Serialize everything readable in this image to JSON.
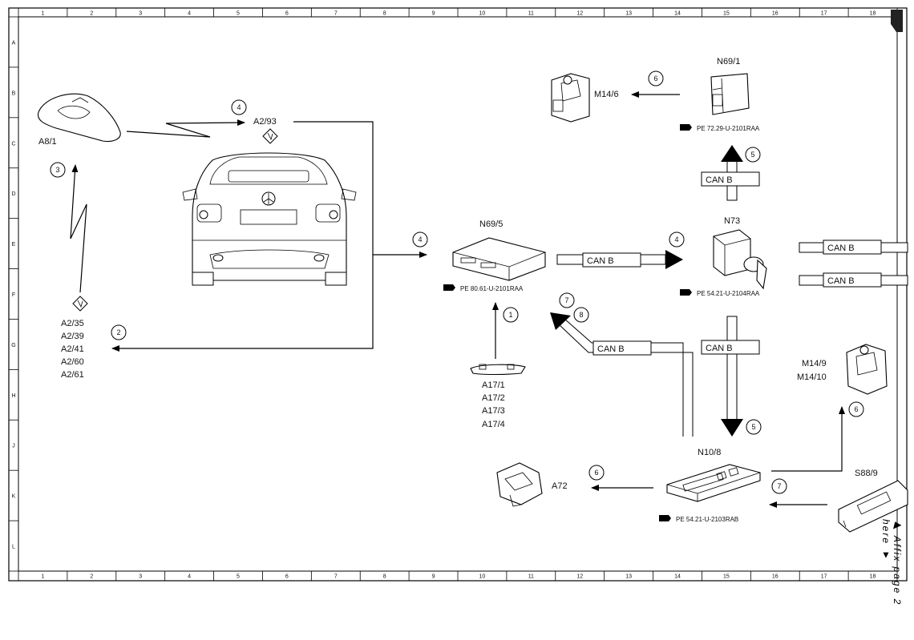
{
  "grid": {
    "columns": [
      "1",
      "2",
      "3",
      "4",
      "5",
      "6",
      "7",
      "8",
      "9",
      "10",
      "11",
      "12",
      "13",
      "14",
      "15",
      "16",
      "17",
      "18"
    ],
    "rows": [
      "A",
      "B",
      "C",
      "D",
      "E",
      "F",
      "G",
      "H",
      "J",
      "K",
      "L"
    ]
  },
  "components": {
    "a8_1": "A8/1",
    "a2_93": "A2/93",
    "a2_group": [
      "A2/35",
      "A2/39",
      "A2/41",
      "A2/60",
      "A2/61"
    ],
    "n69_5": "N69/5",
    "n69_1": "N69/1",
    "m14_6": "M14/6",
    "n73": "N73",
    "a17_group": [
      "A17/1",
      "A17/2",
      "A17/3",
      "A17/4"
    ],
    "m14_9": "M14/9",
    "m14_10": "M14/10",
    "n10_8": "N10/8",
    "a72": "A72",
    "s88_9": "S88/9"
  },
  "references": {
    "n69_5": "PE 80.61-U-2101RAA",
    "n69_1": "PE 72.29-U-2101RAA",
    "n73": "PE 54.21-U-2104RAA",
    "n10_8": "PE 54.21-U-2103RAB"
  },
  "bus_label": "CAN B",
  "steps": [
    "1",
    "2",
    "3",
    "4",
    "5",
    "6",
    "7",
    "8"
  ],
  "affix_note": "▶ Affix page 2 here ▼"
}
